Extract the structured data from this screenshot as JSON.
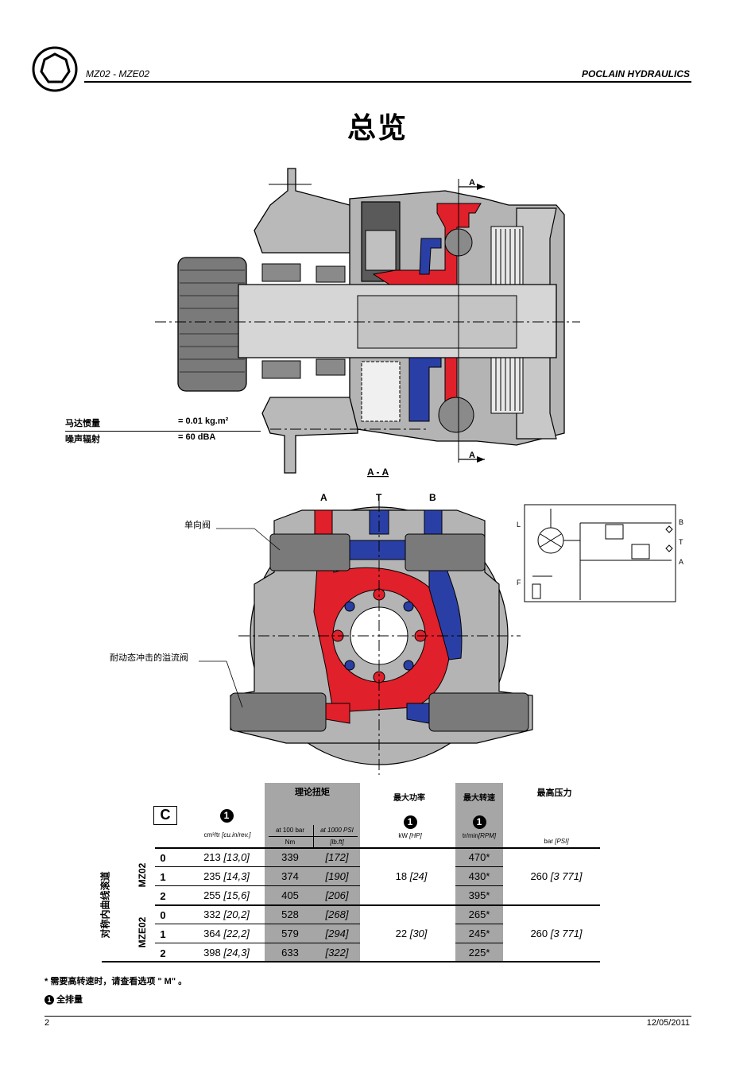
{
  "header": {
    "model": "MZ02 - MZE02",
    "brand": "POCLAIN HYDRAULICS"
  },
  "title": "总览",
  "section_mark": "A",
  "section_label": "A - A",
  "ports": {
    "a": "A",
    "t": "T",
    "b": "B"
  },
  "schematic_labels": {
    "b": "B",
    "t": "T",
    "a": "A",
    "l": "L",
    "f": "F"
  },
  "specs": [
    {
      "label": "马达惯量",
      "value": "= 0.01 kg.m²"
    },
    {
      "label": "噪声辐射",
      "value": "= 60 dBA"
    }
  ],
  "callouts": {
    "check_valve": "单向阀",
    "relief_valve": "耐动态冲击的溢流阀"
  },
  "table": {
    "c_symbol": "C",
    "num_marker": "1",
    "headers": {
      "torque": "理论扭矩",
      "power": "最大功率",
      "speed": "最大转速",
      "pressure": "最高压力"
    },
    "units": {
      "displacement": "cm³/tr",
      "displacement_imp": "[cu.in/rev.]",
      "torque_at100": "at 100 bar",
      "torque_at100_unit": "Nm",
      "torque_at1000": "at 1000 PSI",
      "torque_at1000_unit": "[lb.ft]",
      "power": "kW",
      "power_imp": "[HP]",
      "speed": "tr/min",
      "speed_imp": "[RPM]",
      "pressure": "bar",
      "pressure_imp": "[PSI]"
    },
    "side_label": "对称内曲线滚道",
    "groups": [
      {
        "model": "MZ02",
        "power": "18",
        "power_imp": "[24]",
        "pressure": "260",
        "pressure_imp": "[3 771]",
        "rows": [
          {
            "idx": "0",
            "disp": "213",
            "disp_imp": "[13,0]",
            "nm": "339",
            "lbft": "[172]",
            "rpm": "470*"
          },
          {
            "idx": "1",
            "disp": "235",
            "disp_imp": "[14,3]",
            "nm": "374",
            "lbft": "[190]",
            "rpm": "430*"
          },
          {
            "idx": "2",
            "disp": "255",
            "disp_imp": "[15,6]",
            "nm": "405",
            "lbft": "[206]",
            "rpm": "395*"
          }
        ]
      },
      {
        "model": "MZE02",
        "power": "22",
        "power_imp": "[30]",
        "pressure": "260",
        "pressure_imp": "[3 771]",
        "rows": [
          {
            "idx": "0",
            "disp": "332",
            "disp_imp": "[20,2]",
            "nm": "528",
            "lbft": "[268]",
            "rpm": "265*"
          },
          {
            "idx": "1",
            "disp": "364",
            "disp_imp": "[22,2]",
            "nm": "579",
            "lbft": "[294]",
            "rpm": "245*"
          },
          {
            "idx": "2",
            "disp": "398",
            "disp_imp": "[24,3]",
            "nm": "633",
            "lbft": "[322]",
            "rpm": "225*"
          }
        ]
      }
    ]
  },
  "notes": {
    "high_speed": "* 需要高转速时，请查看选项 \" M\" 。",
    "full_displacement": "全排量"
  },
  "footer": {
    "page": "2",
    "date": "12/05/2011"
  },
  "colors": {
    "red": "#e0202a",
    "blue": "#2a3fa6",
    "grey": "#b4b4b4",
    "dark_grey": "#6e6e6e",
    "shade": "#a6a6a6"
  }
}
